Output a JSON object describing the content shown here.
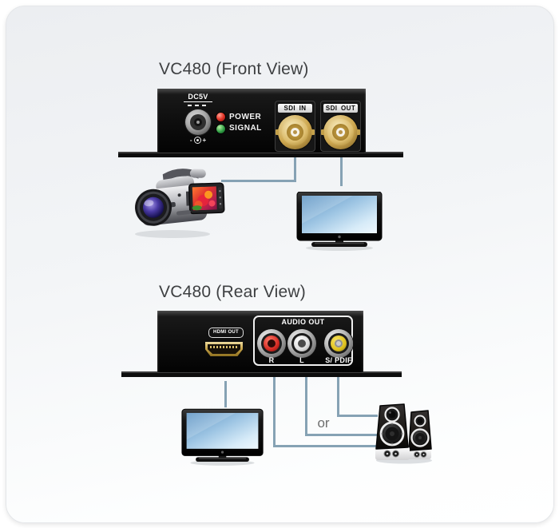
{
  "diagram": {
    "front": {
      "title": "VC480 (Front View)",
      "power_jack_label": "DC5V",
      "polarity_minus": "-",
      "polarity_plus": "+",
      "leds": [
        {
          "label": "POWER",
          "color": "#d92b25"
        },
        {
          "label": "SIGNAL",
          "color": "#2f9e44"
        }
      ],
      "ports": [
        {
          "label": "SDI IN"
        },
        {
          "label": "SDI OUT"
        }
      ]
    },
    "rear": {
      "title": "VC480 (Rear View)",
      "hdmi_port_label": "HDMI OUT",
      "audio_group_label": "AUDIO OUT",
      "audio_jacks": [
        {
          "label": "R",
          "color": "#d42a22"
        },
        {
          "label": "L",
          "color": "#e6e6e6"
        },
        {
          "label": "S/ PDIF",
          "color": "#ddbf1e"
        }
      ],
      "or_label": "or"
    },
    "colors": {
      "connection_line": "#86a2b4",
      "panel_black": "#0d0d0d",
      "card_bg_top": "#ecEEf1",
      "card_bg_bottom": "#ffffff",
      "title_text": "#3e4042"
    }
  }
}
